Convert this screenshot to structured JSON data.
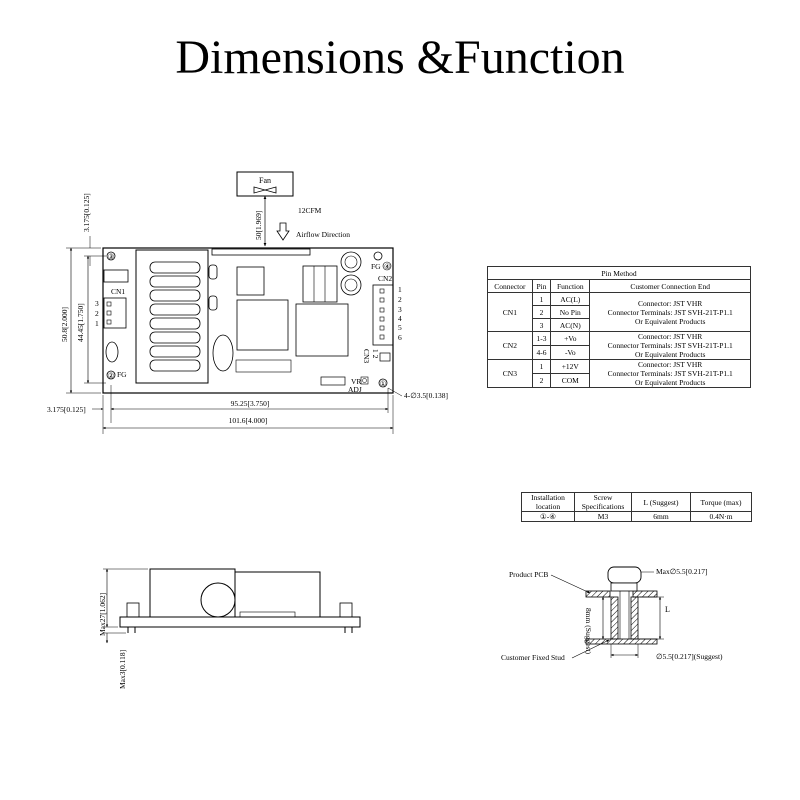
{
  "page_title": "Dimensions &Function",
  "fan": {
    "label": "Fan",
    "flow": "12CFM",
    "airflow_label": "Airflow Direction",
    "distance_label": "50[1.969]"
  },
  "top_view": {
    "dim_top_offset": "3.175[0.125]",
    "dim_left_offset": "3.175[0.125]",
    "dim_height_outer": "50.8[2.000]",
    "dim_height_inner": "44.45[1.750]",
    "dim_width_inner": "95.25[3.750]",
    "dim_width_outer": "101.6[4.000]",
    "hole_note": "4-∅3.5[0.138]",
    "cn1_label": "CN1",
    "cn1_pins": [
      "3",
      "2",
      "1"
    ],
    "cn2_label": "CN2",
    "cn2_pins": [
      "1",
      "2",
      "3",
      "4",
      "5",
      "6"
    ],
    "cn3_label": "CN3",
    "cn3_pins": "1 2",
    "fg_top": "FG",
    "fg_top_num": "④",
    "fg_bottom": "FG",
    "fg_bottom_num": "②",
    "hole_top_left": "③",
    "hole_bottom_right": "①",
    "vr_label": "VR",
    "adj_label": "ADJ"
  },
  "pin_table": {
    "title": "Pin Method",
    "headers": [
      "Connector",
      "Pin",
      "Function",
      "Customer Connection End"
    ],
    "cn1": {
      "connector": "CN1",
      "pins": [
        "1",
        "2",
        "3"
      ],
      "functions": [
        "AC(L)",
        "No Pin",
        "AC(N)"
      ],
      "lines": [
        "Connector: JST VHR",
        "Connector Terminals: JST SVH-21T-P1.1",
        "Or Equivalent Products"
      ]
    },
    "cn2": {
      "connector": "CN2",
      "pins": [
        "1-3",
        "4-6"
      ],
      "functions": [
        "+Vo",
        "-Vo"
      ],
      "lines": [
        "Connector: JST VHR",
        "Connector Terminals: JST SVH-21T-P1.1",
        "Or Equivalent Products"
      ]
    },
    "cn3": {
      "connector": "CN3",
      "pins": [
        "1",
        "2"
      ],
      "functions": [
        "+12V",
        "COM"
      ],
      "lines": [
        "Connector: JST VHR",
        "Connector Terminals: JST SVH-21T-P1.1",
        "Or Equivalent Products"
      ]
    }
  },
  "screw_table": {
    "headers": [
      "Installation location",
      "Screw Specifications",
      "L (Suggest)",
      "Torque (max)"
    ],
    "row": [
      "①-④",
      "M3",
      "6mm",
      "0.4N·m"
    ]
  },
  "side_view": {
    "max_height": "Max27[1.062]",
    "max_pin": "Max3[0.118]"
  },
  "stud_detail": {
    "pcb_label": "Product PCB",
    "stud_label": "Customer Fixed Stud",
    "max_dia": "Max∅5.5[0.217]",
    "suggest_dia": "∅5.5[0.217](Suggest)",
    "l_label": "L",
    "height_label": "8mm (Suggest)"
  }
}
